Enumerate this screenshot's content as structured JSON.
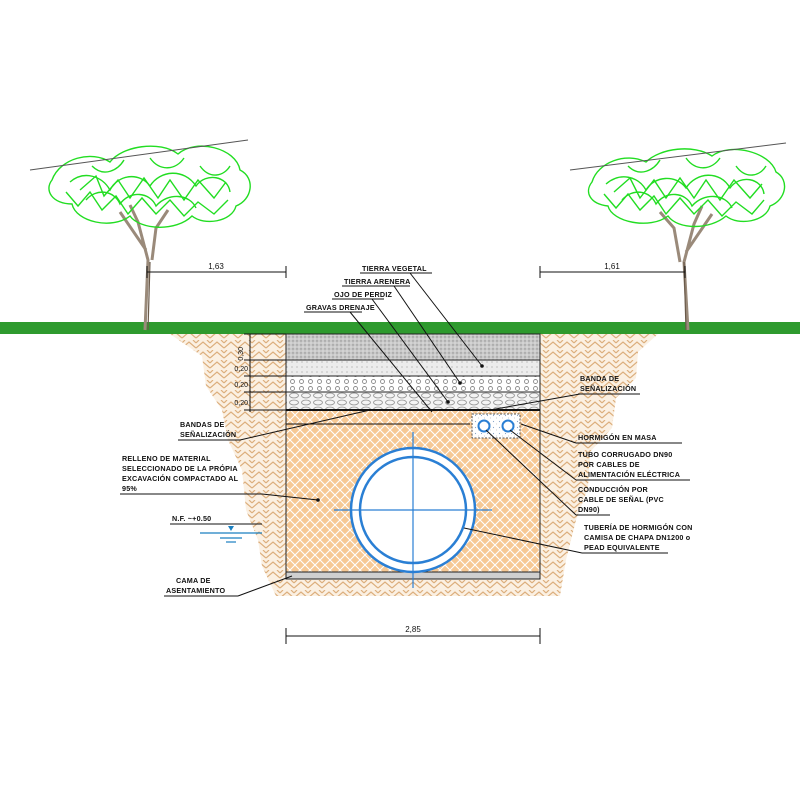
{
  "colors": {
    "ground": "#2e9a2e",
    "tree_crown": "#22dd22",
    "soil_hatch": "#e5b888",
    "backfill": "#f3b56c",
    "pipe_blue": "#2a7fd4",
    "water_blue": "#1a7fc0",
    "topsoil": "#c8c8c8"
  },
  "dimensions": {
    "left_tree_offset": "1,63",
    "right_tree_offset": "1,61",
    "trench_width": "2,85",
    "layer_top": "0,30",
    "layer_2": "0,20",
    "layer_3": "0,20",
    "layer_4": "0,20"
  },
  "labels": {
    "tierra_vegetal": "TIERRA VEGETAL",
    "tierra_arenera": "TIERRA ARENERA",
    "ojo_de_perdiz": "OJO DE PERDIZ",
    "gravas_drenaje": "GRAVAS DRENAJE",
    "banda_senal_line1": "BANDA DE",
    "banda_senal_line2": "SEÑALIZACIÓN",
    "bandas_line1": "BANDAS DE",
    "bandas_line2": "SEÑALIZACIÓN",
    "relleno_line1": "RELLENO DE MATERIAL",
    "relleno_line2": "SELECCIONADO DE LA PRÓPIA",
    "relleno_line3": "EXCAVACIÓN COMPACTADO AL",
    "relleno_line4": "95%",
    "nf_label": "N.F. ~+0.50",
    "cama_line1": "CAMA DE",
    "cama_line2": "ASENTAMIENTO",
    "hormigon_masa": "HORMIGÓN EN MASA",
    "tubo_line1": "TUBO CORRUGADO DN90",
    "tubo_line2": "POR CABLES DE",
    "tubo_line3": "ALIMENTACIÓN ELÉCTRICA",
    "conduccion_line1": "CONDUCCIÓN POR",
    "conduccion_line2": "CABLE DE SEÑAL (PVC",
    "conduccion_line3": "DN90)",
    "tuberia_line1": "TUBERÍA DE HORMIGÓN CON",
    "tuberia_line2": "CAMISA DE CHAPA DN1200 o",
    "tuberia_line3": "PEAD EQUIVALENTE"
  }
}
